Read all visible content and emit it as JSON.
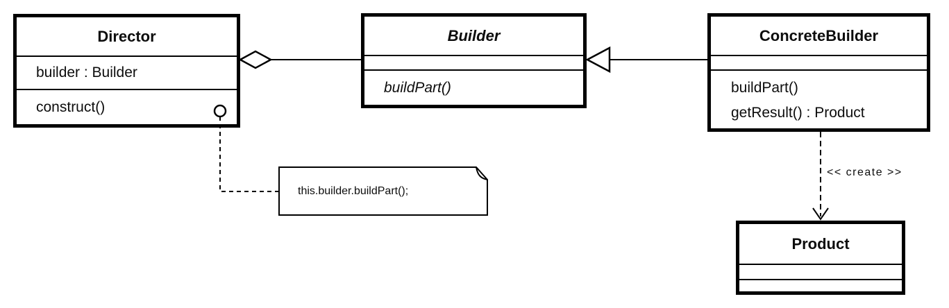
{
  "diagram": {
    "colors": {
      "background": "#ffffff",
      "stroke": "#000000",
      "shape_fill": "#ffffff"
    },
    "classes": [
      {
        "name": "Director",
        "abstract": false,
        "attributes": [
          "builder : Builder"
        ],
        "methods": [
          "construct()"
        ]
      },
      {
        "name": "Builder",
        "abstract": true,
        "attributes": [],
        "methods": [
          "buildPart()"
        ]
      },
      {
        "name": "ConcreteBuilder",
        "abstract": false,
        "attributes": [],
        "methods": [
          "buildPart()",
          "getResult() : Product"
        ]
      },
      {
        "name": "Product",
        "abstract": false,
        "attributes": [],
        "methods": []
      }
    ],
    "note": {
      "text": "this.builder.buildPart();"
    },
    "relationships": [
      {
        "type": "aggregation",
        "from": "Builder",
        "to": "Director",
        "label": ""
      },
      {
        "type": "generalization",
        "from": "ConcreteBuilder",
        "to": "Builder",
        "label": ""
      },
      {
        "type": "dependency",
        "from": "ConcreteBuilder",
        "to": "Product",
        "label": "<< create >>"
      },
      {
        "type": "note-anchor",
        "from": "note",
        "to": "Director.construct()",
        "label": ""
      }
    ]
  }
}
